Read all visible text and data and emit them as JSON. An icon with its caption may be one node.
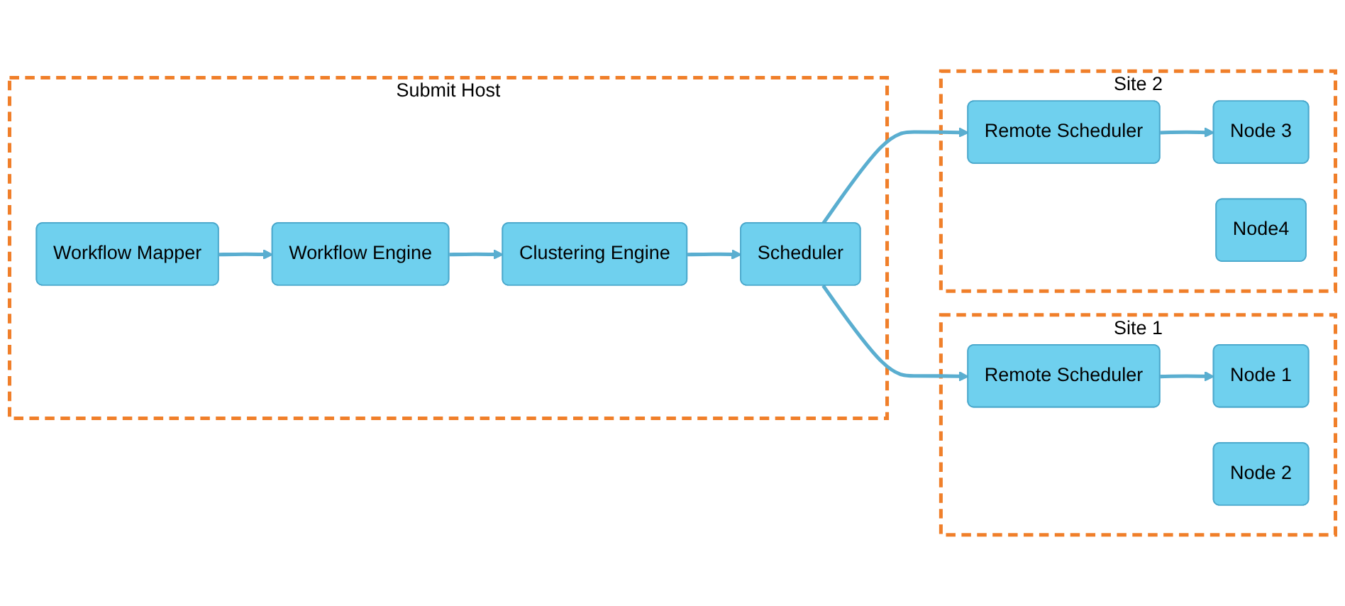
{
  "diagram": {
    "nodes": [
      {
        "text": [
          "Submit Host"
        ]
      },
      {
        "text": [
          "Workflow Mapper"
        ],
        "in": 0
      },
      {
        "text": [
          "Workflow Engine"
        ],
        "in": 0
      },
      {
        "text": [
          "Clustering Engine"
        ],
        "in": 0
      },
      {
        "text": [
          "Scheduler"
        ],
        "in": 0
      },
      {
        "text": [
          "Site 1"
        ]
      },
      {
        "text": [
          "Remote Scheduler"
        ],
        "in": 5
      },
      {
        "text": [
          "Node 1"
        ],
        "in": 5
      },
      {
        "text": [
          "Node 2"
        ],
        "in": 5
      },
      {
        "text": [
          "Site 2"
        ]
      },
      {
        "text": [
          "Remote Scheduler"
        ],
        "in": 9
      },
      {
        "text": [
          "Node 3"
        ],
        "in": 9
      },
      {
        "text": [
          "Node4"
        ],
        "in": 9
      }
    ],
    "edges": [
      {
        "from": 1,
        "to": 2,
        "arrow": "to"
      },
      {
        "from": 2,
        "to": 3,
        "arrow": "to"
      },
      {
        "from": 3,
        "to": 4,
        "arrow": "to"
      },
      {
        "from": 4,
        "to": 6,
        "arrow": "to"
      },
      {
        "from": 4,
        "to": 10,
        "arrow": "to"
      },
      {
        "from": 6,
        "to": 7,
        "arrow": "to"
      },
      {
        "from": 10,
        "to": 11,
        "arrow": "to"
      }
    ]
  }
}
